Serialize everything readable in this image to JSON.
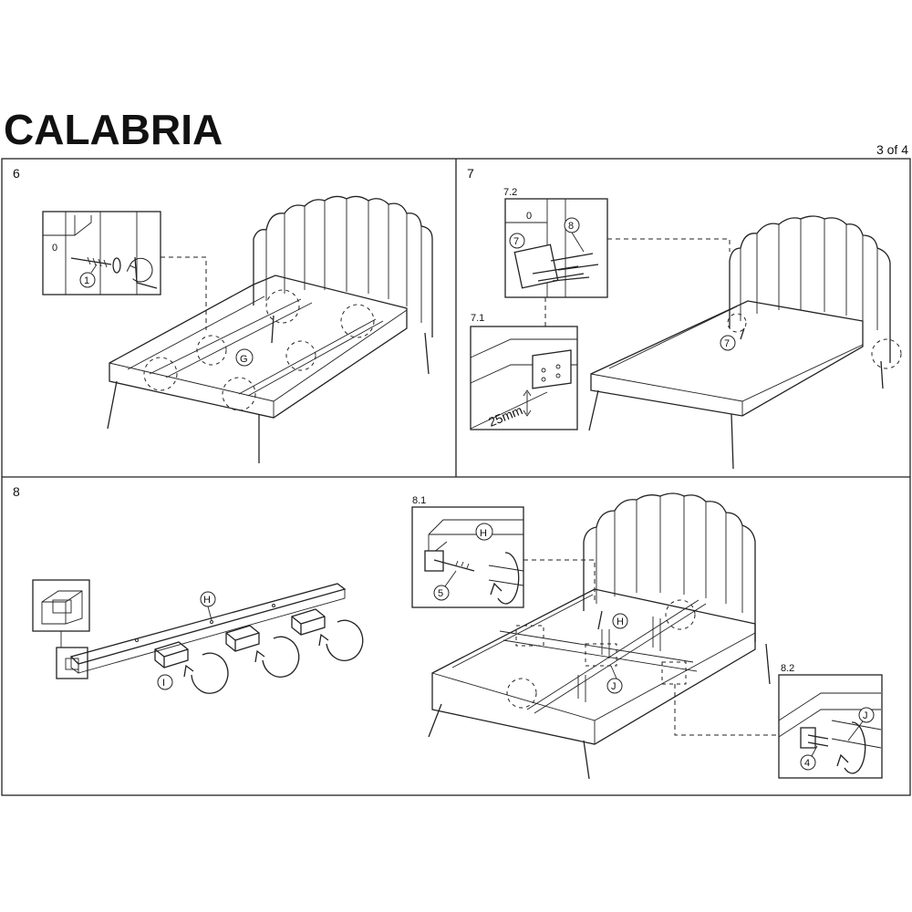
{
  "header": {
    "title": "CALABRIA",
    "page_indicator": "3 of 4"
  },
  "steps": {
    "step6": {
      "number": "6",
      "callouts": [
        "1",
        "G"
      ],
      "marks": [
        "0"
      ]
    },
    "step7": {
      "number": "7",
      "sub1": "7.1",
      "sub2": "7.2",
      "measure": "25mm",
      "callouts": [
        "7",
        "8",
        "7"
      ],
      "marks": [
        "0"
      ]
    },
    "step8": {
      "number": "8",
      "sub1": "8.1",
      "sub2": "8.2",
      "callouts": [
        "H",
        "I",
        "H",
        "5",
        "H",
        "J",
        "J",
        "4"
      ]
    }
  }
}
